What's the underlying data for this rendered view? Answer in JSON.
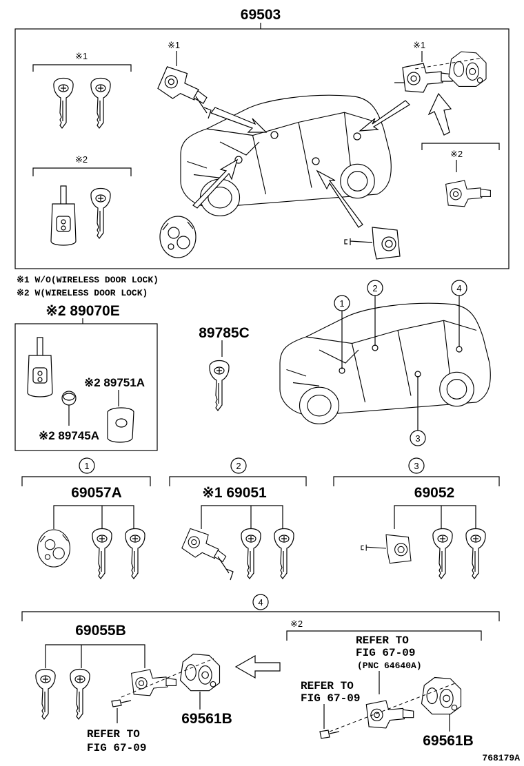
{
  "labels": {
    "p69503": "69503",
    "note1_mark": "※1",
    "note2_mark": "※2",
    "note1_text": "※1 W/O(WIRELESS DOOR LOCK)",
    "note2_text": "※2 W(WIRELESS DOOR LOCK)",
    "p89070E": "※2 89070E",
    "p89785C": "89785C",
    "p89751A": "※2 89751A",
    "p89745A": "※2 89745A",
    "c1": "1",
    "c2": "2",
    "c3": "3",
    "c4": "4",
    "p69057A": "69057A",
    "p69051": "※1 69051",
    "p69052": "69052",
    "p69055B": "69055B",
    "p69561B_left": "69561B",
    "p69561B_right": "69561B",
    "refer_left_1": "REFER TO",
    "refer_left_2": "FIG 67-09",
    "refer_right_1": "REFER TO",
    "refer_right_2": "FIG 67-09",
    "refer_right_3": "(PNC 64640A)",
    "refer_mid_1": "REFER TO",
    "refer_mid_2": "FIG 67-09",
    "note2_mark_bottom": "※2",
    "fig_code": "768179A"
  },
  "icons": {
    "key": "key-icon",
    "remote": "remote-key-icon",
    "battery": "coin-battery-icon",
    "lock_cylinder": "lock-cylinder-icon",
    "car": "car-outline-icon",
    "arrow": "arrow-icon"
  }
}
